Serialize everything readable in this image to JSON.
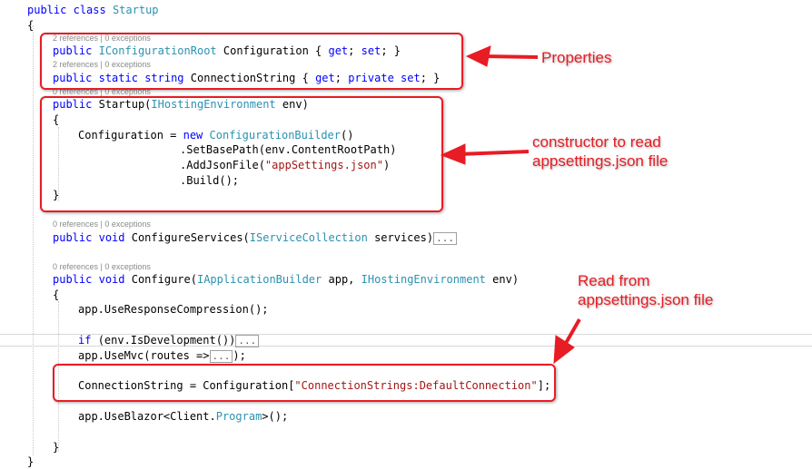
{
  "code": {
    "l01_kw": "public",
    "l01_kw2": "class",
    "l01_name": "Startup",
    "l02_brace": "{",
    "l03_lens": "2 references | 0 exceptions",
    "l04_kw": "public",
    "l04_type": "IConfigurationRoot",
    "l04_name": "Configuration {",
    "l04_get": "get",
    "l04_sep": ";",
    "l04_set": "set",
    "l04_end": "; }",
    "l05_lens": "2 references | 0 exceptions",
    "l06_kw": "public",
    "l06_static": "static",
    "l06_string": "string",
    "l06_name": "ConnectionString {",
    "l06_get": "get",
    "l06_sep": ";",
    "l06_private": "private",
    "l06_set": "set",
    "l06_end": "; }",
    "l07_lens": "0 references | 0 exceptions",
    "l08_kw": "public",
    "l08_name": "Startup(",
    "l08_type": "IHostingEnvironment",
    "l08_end": "env)",
    "l09_brace": "{",
    "l10_pre": "Configuration = ",
    "l10_new": "new",
    "l10_type": "ConfigurationBuilder",
    "l10_end": "()",
    "l11_text": ".SetBasePath(env.ContentRootPath)",
    "l12_pre": ".AddJsonFile(",
    "l12_str": "\"appSettings.json\"",
    "l12_end": ")",
    "l13_text": ".Build();",
    "l14_brace": "}",
    "l15_lens": "0 references | 0 exceptions",
    "l16_kw": "public",
    "l16_void": "void",
    "l16_name": "ConfigureServices(",
    "l16_type": "IServiceCollection",
    "l16_end": "services)",
    "l16_collapsed": "...",
    "l17_lens": "0 references | 0 exceptions",
    "l18_kw": "public",
    "l18_void": "void",
    "l18_name": "Configure(",
    "l18_type1": "IApplicationBuilder",
    "l18_mid": "app, ",
    "l18_type2": "IHostingEnvironment",
    "l18_end": "env)",
    "l19_brace": "{",
    "l20_text": "app.UseResponseCompression();",
    "l21_if": "if",
    "l21_text": "(env.IsDevelopment())",
    "l21_collapsed": "...",
    "l22_text": "app.UseMvc(routes =>",
    "l22_collapsed": "...",
    "l22_end": ");",
    "l23_pre": "ConnectionString = Configuration[",
    "l23_str": "\"ConnectionStrings:DefaultConnection\"",
    "l23_end": "];",
    "l24_pre": "app.UseBlazor<Client.",
    "l24_type": "Program",
    "l24_end": ">();",
    "l25_brace": "}",
    "l26_brace": "}"
  },
  "annotations": {
    "properties": "Properties",
    "constructor_line1": "constructor to read",
    "constructor_line2": "appsettings.json file",
    "read_line1": "Read from",
    "read_line2": "appsettings.json file"
  },
  "colors": {
    "keyword": "#0000ff",
    "type": "#2b91af",
    "string": "#a31515",
    "annotation": "#e81c24",
    "lens": "#8a8a8a"
  }
}
